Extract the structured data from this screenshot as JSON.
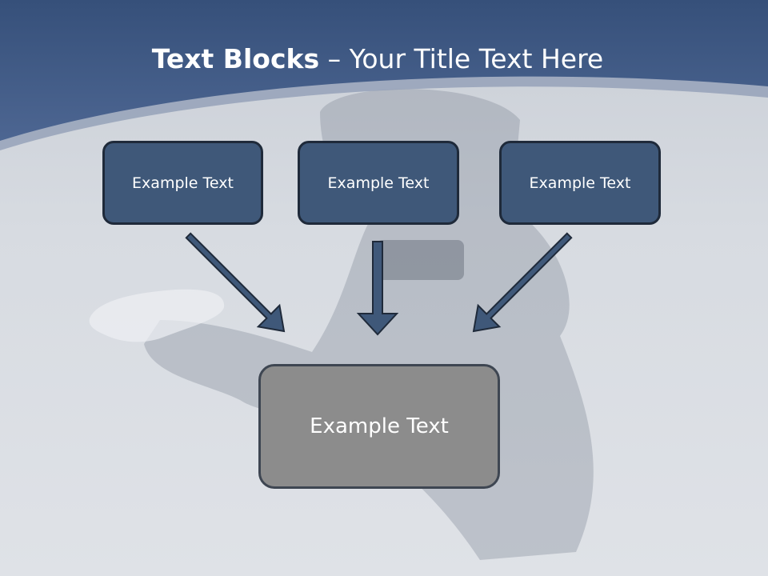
{
  "slide": {
    "title_bold": "Text Blocks",
    "title_separator": " – ",
    "title_regular": "Your Title Text Here"
  },
  "diagram": {
    "top_boxes": [
      {
        "label": "Example Text"
      },
      {
        "label": "Example Text"
      },
      {
        "label": "Example Text"
      }
    ],
    "bottom_box": {
      "label": "Example Text"
    }
  },
  "colors": {
    "header_blue": "#3f5a85",
    "box_fill": "#3f5879",
    "box_border": "#1f2a3a",
    "bottom_box_fill": "#8c8c8c",
    "arrow_fill": "#3f5879",
    "background": "#d7dbe1"
  }
}
